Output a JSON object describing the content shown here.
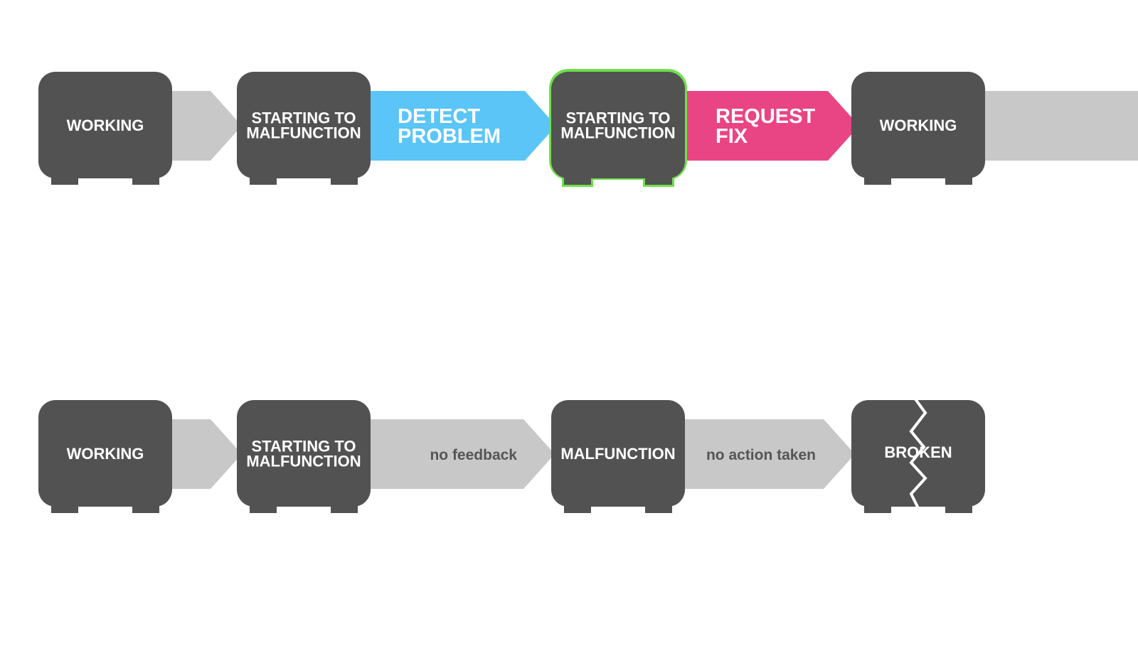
{
  "colors": {
    "node_fill": "#525252",
    "connector_gray": "#c8c8c8",
    "detect_blue": "#5bc5f7",
    "request_pink": "#e94585",
    "highlight_green": "#6ee04a",
    "label_white": "#ffffff",
    "label_dark": "#555555"
  },
  "row1": {
    "nodes": [
      {
        "lines": [
          "WORKING"
        ]
      },
      {
        "lines": [
          "STARTING TO",
          "MALFUNCTION"
        ]
      },
      {
        "lines": [
          "STARTING TO",
          "MALFUNCTION"
        ],
        "highlight": true
      },
      {
        "lines": [
          "WORKING"
        ]
      }
    ],
    "arrows": [
      {
        "lines": [],
        "color": "gray"
      },
      {
        "lines": [
          "DETECT",
          "PROBLEM"
        ],
        "color": "blue"
      },
      {
        "lines": [
          "REQUEST",
          "FIX"
        ],
        "color": "pink"
      },
      {
        "lines": [],
        "color": "gray",
        "tail": true
      }
    ]
  },
  "row2": {
    "nodes": [
      {
        "lines": [
          "WORKING"
        ]
      },
      {
        "lines": [
          "STARTING TO",
          "MALFUNCTION"
        ]
      },
      {
        "lines": [
          "MALFUNCTION"
        ]
      },
      {
        "lines": [
          "BROKEN"
        ],
        "broken": true
      }
    ],
    "arrows": [
      {
        "lines": [],
        "color": "gray"
      },
      {
        "lines": [
          "no feedback"
        ],
        "color": "gray"
      },
      {
        "lines": [
          "no action taken"
        ],
        "color": "gray"
      }
    ]
  },
  "icons": {
    "device": "device-icon",
    "crack": "crack-icon"
  }
}
